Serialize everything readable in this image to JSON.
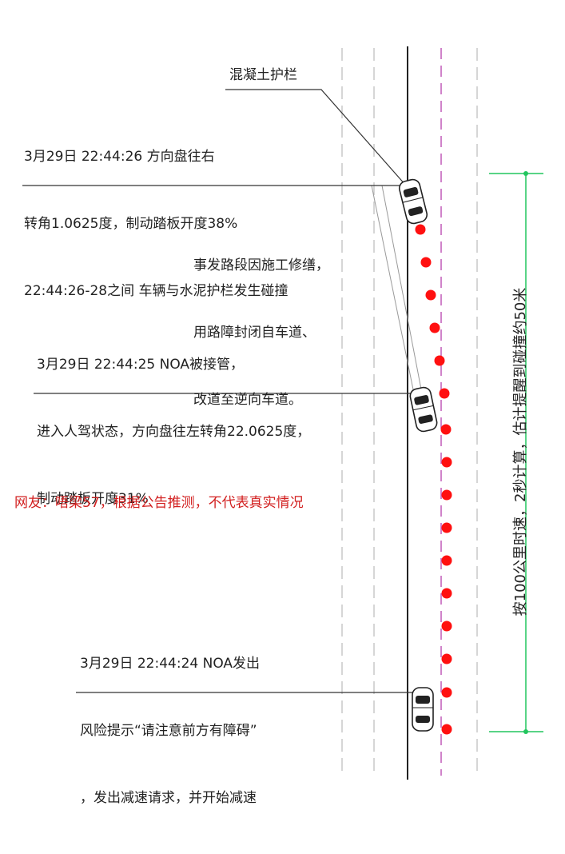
{
  "guardrail_label": "混凝土护栏",
  "event_2644_26": {
    "lines": [
      "3月29日  22:44:26  方向盘往右",
      "转角1.0625度，制动踏板开度38%",
      "22:44:26-28之间  车辆与水泥护栏发生碰撞"
    ]
  },
  "road_closure_note": {
    "lines": [
      "事发路段因施工修缮，",
      "用路障封闭自车道、",
      "改道至逆向车道。"
    ]
  },
  "event_2644_25": {
    "lines": [
      "3月29日  22:44:25  NOA被接管，",
      "进入人驾状态，方向盘往左转角22.0625度，",
      "制动踏板开度31%"
    ]
  },
  "netizen_note": "网友：唔梁57，根据公告推测，不代表真实情况",
  "event_2644_24": {
    "lines": [
      "3月29日  22:44:24  NOA发出",
      "风险提示“请注意前方有障碍”",
      "，发出减速请求，并开始减速"
    ]
  },
  "dimension_label": "按100公里时速，2秒计算，估计提醒到碰撞约50米",
  "colors": {
    "dimension_green": "#22c55e",
    "obstacle_red": "#ff1010",
    "lane_magenta": "#c05ab8",
    "netizen_red": "#d21f1f"
  },
  "icons": [
    "car-icon",
    "obstacle-dot"
  ]
}
